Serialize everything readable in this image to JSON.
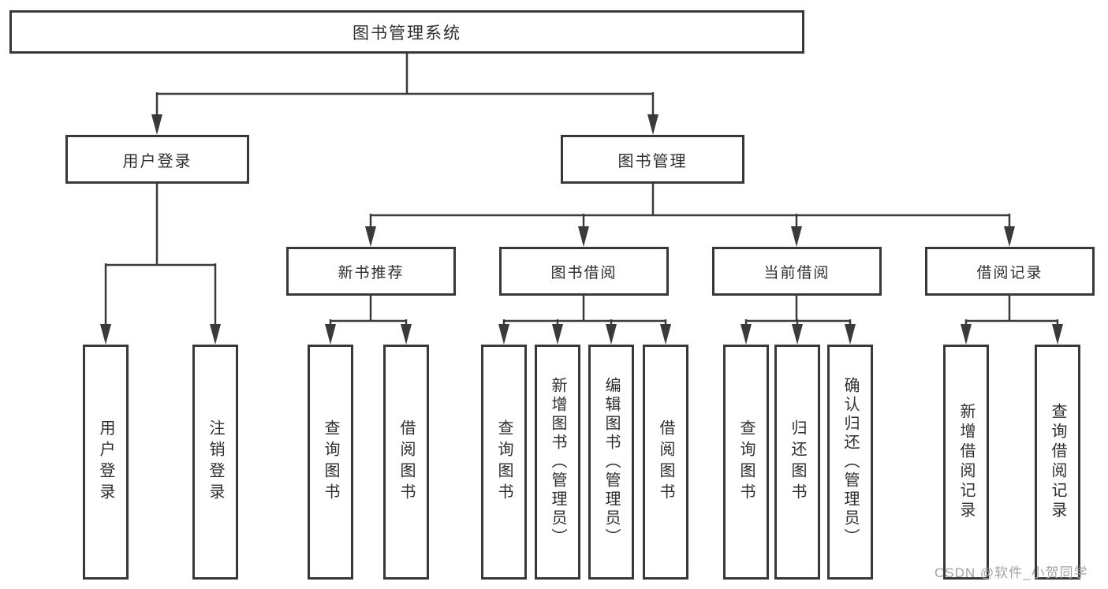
{
  "diagram": {
    "title": "图书管理系统",
    "level2": {
      "user_login_module": "用户登录",
      "book_management": "图书管理"
    },
    "level3": {
      "new_book_recommend": "新书推荐",
      "book_borrow": "图书借阅",
      "current_borrow": "当前借阅",
      "borrow_records": "借阅记录"
    },
    "leaves": {
      "user_login_group": [
        "用户登录",
        "注销登录"
      ],
      "new_book_group": [
        "查询图书",
        "借阅图书"
      ],
      "book_borrow_group": [
        "查询图书",
        "新增图书（管理员）",
        "编辑图书（管理员）",
        "借阅图书"
      ],
      "current_borrow_group": [
        "查询图书",
        "归还图书",
        "确认归还（管理员）"
      ],
      "records_group": [
        "新增借阅记录",
        "查询借阅记录"
      ]
    }
  },
  "watermark": "CSDN @软件_小贺同学",
  "colors": {
    "line": "#3a3a3a",
    "border": "#383838",
    "text": "#2e2e2e",
    "watermark": "#a3a3a3",
    "background": "#ffffff"
  }
}
